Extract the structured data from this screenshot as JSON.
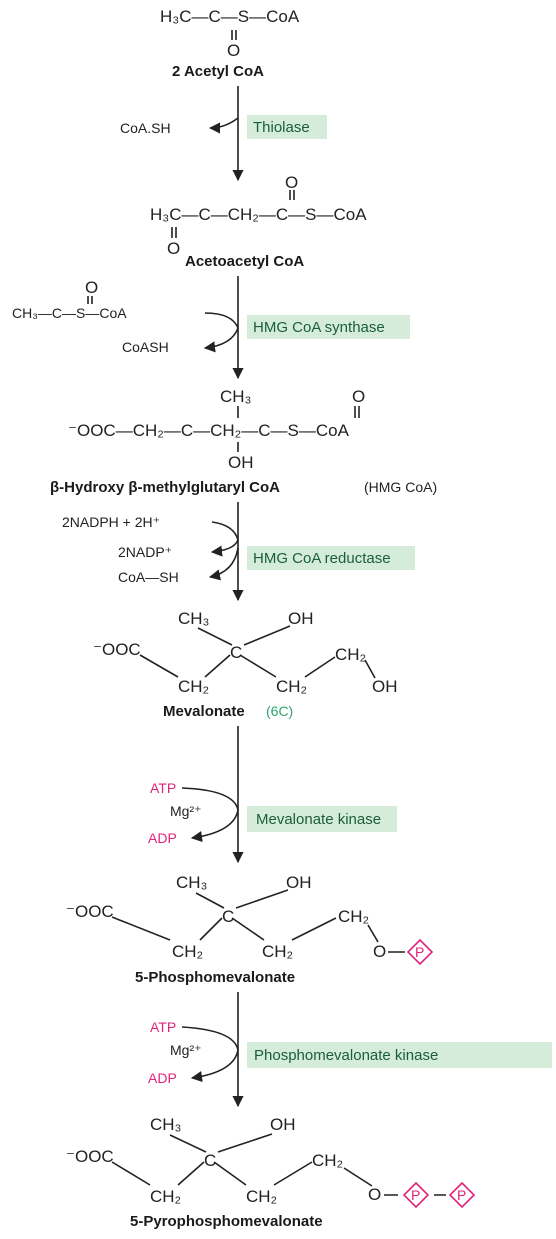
{
  "colors": {
    "enzyme_box": "#d4ecd9",
    "enzyme_text": "#1b5e3a",
    "phosphate": "#e0247a",
    "highlight": "#2ea66a"
  },
  "molecules": {
    "acetyl": {
      "f1": "H₃C—C—S—CoA",
      "o": "O",
      "name": "2 Acetyl CoA"
    },
    "acetoacetyl": {
      "f1": "H₃C—C—CH₂—C—S—CoA",
      "o": "O",
      "name": "Acetoacetyl CoA"
    },
    "hmg": {
      "top": "CH₃",
      "f1": "⁻OOC—CH₂—C—CH₂—C—S—CoA",
      "oh": "OH",
      "o": "O",
      "name": "β-Hydroxy β-methylglutaryl CoA",
      "abbr": "(HMG CoA)"
    },
    "mevalonate": {
      "ch3": "CH₃",
      "oh": "OH",
      "ooc": "⁻OOC",
      "c": "C",
      "ch2a": "CH₂",
      "ch2b": "CH₂",
      "ch2c": "CH₂",
      "oh2": "OH",
      "name": "Mevalonate",
      "carbons": "(6C)"
    },
    "phosphomevalonate": {
      "ch3": "CH₃",
      "oh": "OH",
      "ooc": "⁻OOC",
      "c": "C",
      "ch2a": "CH₂",
      "ch2b": "CH₂",
      "ch2c": "CH₂",
      "o": "O",
      "p": "P",
      "name": "5-Phosphomevalonate"
    },
    "pyrophosphomevalonate": {
      "ch3": "CH₃",
      "oh": "OH",
      "ooc": "⁻OOC",
      "c": "C",
      "ch2a": "CH₂",
      "ch2b": "CH₂",
      "ch2c": "CH₂",
      "o": "O",
      "p1": "P",
      "p2": "P",
      "name": "5-Pyrophosphomevalonate"
    }
  },
  "steps": {
    "thiolase": {
      "enzyme": "Thiolase",
      "out": "CoA.SH"
    },
    "hmg_synthase": {
      "enzyme": "HMG CoA synthase",
      "in": "CH₃—C—S—CoA",
      "in_o": "O",
      "out": "CoASH"
    },
    "hmg_reductase": {
      "enzyme": "HMG CoA reductase",
      "in": "2NADPH + 2H⁺",
      "out1": "2NADP⁺",
      "out2": "CoA—SH"
    },
    "mevalonate_kinase": {
      "enzyme": "Mevalonate kinase",
      "in": "ATP",
      "cofactor": "Mg²⁺",
      "out": "ADP"
    },
    "phosphomevalonate_kinase": {
      "enzyme": "Phosphomevalonate kinase",
      "in": "ATP",
      "cofactor": "Mg²⁺",
      "out": "ADP"
    }
  }
}
